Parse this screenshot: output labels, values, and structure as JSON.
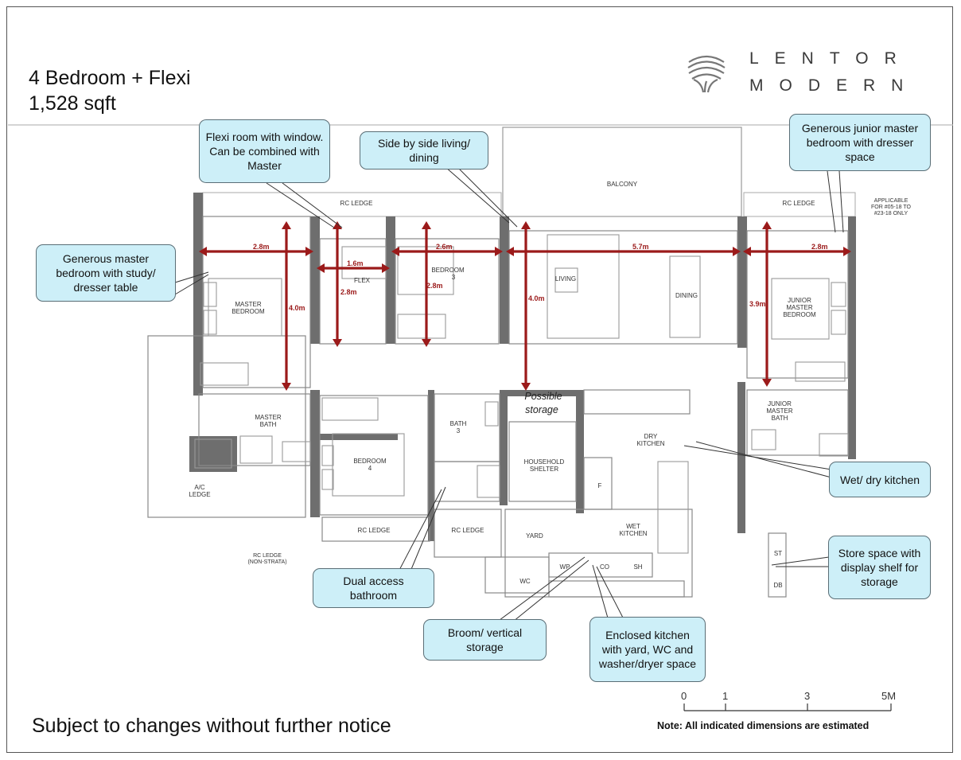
{
  "header": {
    "unit_type": "4 Bedroom + Flexi",
    "area": "1,528 sqft"
  },
  "logo": {
    "line1": "LENTOR",
    "line2": "MODERN"
  },
  "rooms": {
    "balcony": "BALCONY",
    "rc_ledge": "RC LEDGE",
    "applicable_1": "APPLICABLE",
    "applicable_2": "FOR #05-18 TO",
    "applicable_3": "#23-18 ONLY",
    "master_bedroom_1": "MASTER",
    "master_bedroom_2": "BEDROOM",
    "flex": "FLEX",
    "bedroom3_1": "BEDROOM",
    "bedroom3_2": "3",
    "living": "LIVING",
    "dining": "DINING",
    "junior_master_1": "JUNIOR",
    "junior_master_2": "MASTER",
    "junior_master_3": "BEDROOM",
    "master_bath_1": "MASTER",
    "master_bath_2": "BATH",
    "bedroom4_1": "BEDROOM",
    "bedroom4_2": "4",
    "bath3_1": "BATH",
    "bath3_2": "3",
    "possible_storage_1": "Possible",
    "possible_storage_2": "storage",
    "household_shelter_1": "HOUSEHOLD",
    "household_shelter_2": "SHELTER",
    "dry_kitchen_1": "DRY",
    "dry_kitchen_2": "KITCHEN",
    "junior_bath_1": "JUNIOR",
    "junior_bath_2": "MASTER",
    "junior_bath_3": "BATH",
    "ac_ledge_1": "A/C",
    "ac_ledge_2": "LEDGE",
    "rc_ledge_ns_1": "RC LEDGE",
    "rc_ledge_ns_2": "(NON-STRATA)",
    "yard": "YARD",
    "wet_kitchen_1": "WET",
    "wet_kitchen_2": "KITCHEN",
    "wc": "WC",
    "wp": "WP",
    "co": "CO",
    "sh": "SH",
    "fridge": "F",
    "st": "ST",
    "db": "DB"
  },
  "dimensions": {
    "master_w": "2.8m",
    "master_h": "4.0m",
    "flex_w": "1.6m",
    "flex_h": "2.8m",
    "bed3_w": "2.6m",
    "bed3_h": "2.8m",
    "living_w": "5.7m",
    "living_h": "4.0m",
    "junior_w": "2.8m",
    "junior_h": "3.9m"
  },
  "callouts": {
    "flexi": "Flexi room with window. Can be combined with Master",
    "side_by_side": "Side by side living/ dining",
    "junior_master": "Generous junior master bedroom with dresser space",
    "master": "Generous master bedroom with study/ dresser table",
    "wet_dry": "Wet/ dry kitchen",
    "store": "Store space with display shelf for storage",
    "dual_access": "Dual access bathroom",
    "broom": "Broom/ vertical storage",
    "enclosed": "Enclosed kitchen with yard, WC and washer/dryer space"
  },
  "scale": {
    "labels": [
      "0",
      "1",
      "3",
      "5M"
    ]
  },
  "footer": {
    "disclaimer": "Subject to changes without further notice",
    "note": "Note: All indicated dimensions are estimated"
  },
  "colors": {
    "callout_fill": "#cdeff8",
    "dimension_arrow": "#9b1a1a",
    "wall": "#6e6e6e"
  }
}
